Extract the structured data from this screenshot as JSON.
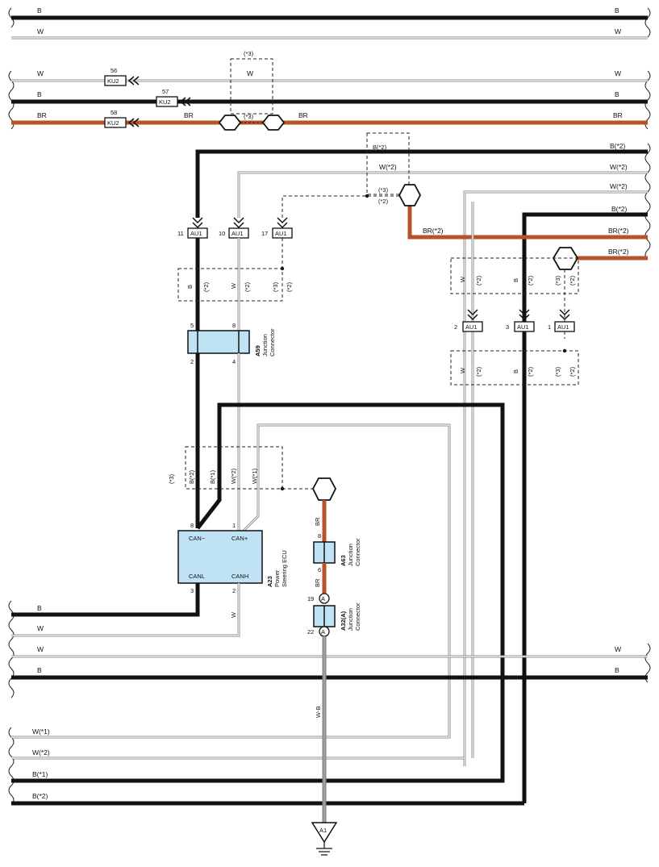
{
  "colors": {
    "black_wire": "#111111",
    "white_wire": "#888888",
    "brown_wire": "#b5532a",
    "component_fill": "#bfe3f5",
    "line": "#222222"
  },
  "wire_labels": {
    "b": "B",
    "w": "W",
    "br": "BR",
    "wb": "W-B",
    "b2": "B(*2)",
    "w2": "W(*2)",
    "br2": "BR(*2)",
    "b1": "B(*1)",
    "w1": "W(*1)",
    "n3": "(*3)",
    "n2": "(*2)"
  },
  "connectors": {
    "ku2": "KU2",
    "au1": "AU1",
    "a1": "A1",
    "a": "A",
    "pin56": "56",
    "pin57": "57",
    "pin58": "58",
    "pin11": "11",
    "pin10": "10",
    "pin17": "17",
    "pin2": "2",
    "pin3": "3",
    "pin1": "1"
  },
  "a59": {
    "code": "A59",
    "name1": "Junction",
    "name2": "Connector",
    "pin_5": "5",
    "pin_8": "8",
    "pin_2": "2",
    "pin_4": "4"
  },
  "a23": {
    "code": "A23",
    "name1": "Power",
    "name2": "Steering ECU",
    "can_minus": "CAN−",
    "can_plus": "CAN+",
    "canl": "CANL",
    "canh": "CANH",
    "pin_8": "8",
    "pin_1": "1",
    "pin_3": "3",
    "pin_2": "2"
  },
  "a63": {
    "code": "A63",
    "name1": "Junction",
    "name2": "Connector",
    "pin_8": "8",
    "pin_6": "6"
  },
  "a32": {
    "code": "A32(A)",
    "name1": "Junction",
    "name2": "Connector",
    "pin_19": "19",
    "pin_22": "22"
  }
}
